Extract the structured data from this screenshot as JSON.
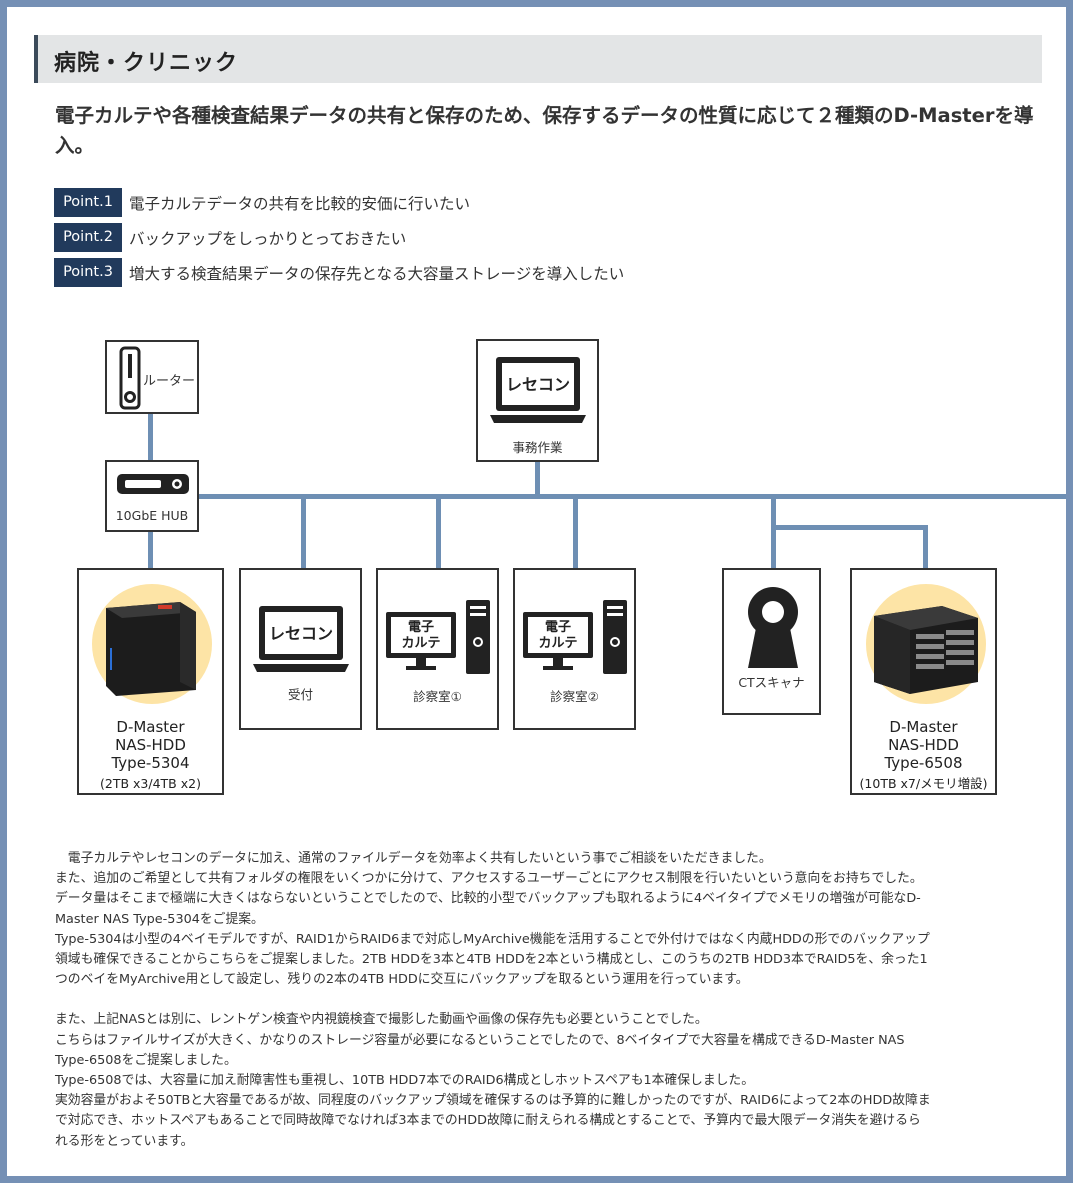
{
  "section_title": "病院・クリニック",
  "lead": "電子カルテや各種検査結果データの共有と保存のため、保存するデータの性質に応じて２種類のD-Masterを導入。",
  "points": [
    {
      "badge": "Point.1",
      "text": "電子カルテデータの共有を比較的安価に行いたい"
    },
    {
      "badge": "Point.2",
      "text": "バックアップをしっかりとっておきたい"
    },
    {
      "badge": "Point.3",
      "text": "増大する検査結果データの保存先となる大容量ストレージを導入したい"
    }
  ],
  "diagram": {
    "router": "ルーター",
    "hub": "10GbE HUB",
    "office": {
      "screen": "レセコン",
      "label": "事務作業"
    },
    "reception": {
      "screen": "レセコン",
      "label": "受付"
    },
    "exam1": {
      "screen_l1": "電子",
      "screen_l2": "カルテ",
      "label": "診察室①"
    },
    "exam2": {
      "screen_l1": "電子",
      "screen_l2": "カルテ",
      "label": "診察室②"
    },
    "ct": "CTスキャナ",
    "nas1": {
      "l1": "D-Master",
      "l2": "NAS-HDD",
      "l3": "Type-5304",
      "spec": "(2TB x3/4TB x2)"
    },
    "nas2": {
      "l1": "D-Master",
      "l2": "NAS-HDD",
      "l3": "Type-6508",
      "spec": "(10TB x7/メモリ増設)"
    }
  },
  "body": [
    "　電子カルテやレセコンのデータに加え、通常のファイルデータを効率よく共有したいという事でご相談をいただきました。",
    "また、追加のご希望として共有フォルダの権限をいくつかに分けて、アクセスするユーザーごとにアクセス制限を行いたいという意向をお持ちでした。",
    "データ量はそこまで極端に大きくはならないということでしたので、比較的小型でバックアップも取れるように4ベイタイプでメモリの増強が可能なD-",
    "Master NAS Type-5304をご提案。",
    "Type-5304は小型の4ベイモデルですが、RAID1からRAID6まで対応しMyArchive機能を活用することで外付けではなく内蔵HDDの形でのバックアップ",
    "領域も確保できることからこちらをご提案しました。2TB HDDを3本と4TB HDDを2本という構成とし、このうちの2TB HDD3本でRAID5を、余った1",
    "つのベイをMyArchive用として設定し、残りの2本の4TB HDDに交互にバックアップを取るという運用を行っています。",
    "",
    "また、上記NASとは別に、レントゲン検査や内視鏡検査で撮影した動画や画像の保存先も必要ということでした。",
    "こちらはファイルサイズが大きく、かなりのストレージ容量が必要になるということでしたので、8ベイタイプで大容量を構成できるD-Master NAS",
    "Type-6508をご提案しました。",
    "Type-6508では、大容量に加え耐障害性も重視し、10TB HDD7本でのRAID6構成としホットスペアも1本確保しました。",
    "実効容量がおよそ50TBと大容量であるが故、同程度のバックアップ領域を確保するのは予算的に難しかったのですが、RAID6によって2本のHDD故障ま",
    "で対応でき、ホットスペアもあることで同時故障でなければ3本までのHDD故障に耐えられる構成とすることで、予算内で最大限データ消失を避けるら",
    "れる形をとっています。"
  ],
  "colors": {
    "frame": "#7590b5",
    "badge": "#213a5c",
    "line": "#6e8fb4",
    "halo": "#fde4a6"
  }
}
